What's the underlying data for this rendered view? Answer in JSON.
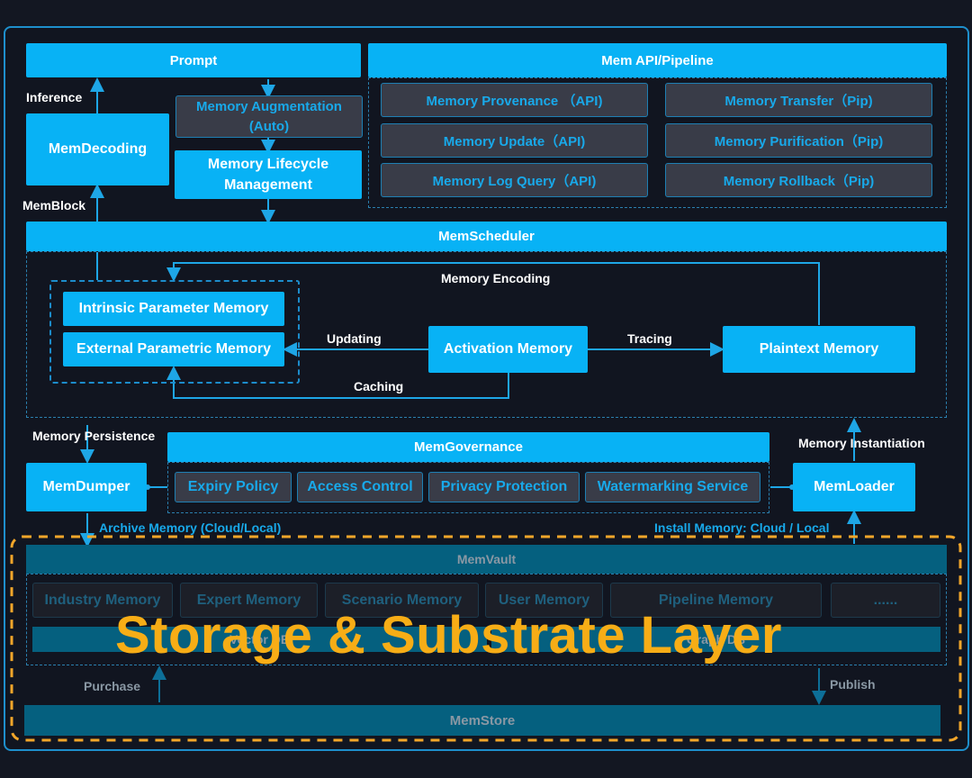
{
  "top": {
    "prompt": "Prompt",
    "inference": "Inference",
    "memdecoding": "MemDecoding",
    "memblock": "MemBlock",
    "augmentation": "Memory Augmentation (Auto)",
    "augmentation_line1": "Memory Augmentation",
    "augmentation_line2": "(Auto)",
    "lifecycle_line1": "Memory Lifecycle",
    "lifecycle_line2": "Management"
  },
  "api": {
    "title": "Mem API/Pipeline",
    "items": [
      "Memory Provenance （API)",
      "Memory Transfer（Pip)",
      "Memory Update（API)",
      "Memory Purification（Pip)",
      "Memory Log Query（API)",
      "Memory Rollback（Pip)"
    ]
  },
  "scheduler": {
    "title": "MemScheduler",
    "intrinsic": "Intrinsic Parameter Memory",
    "external": "External Parametric Memory",
    "activation": "Activation Memory",
    "plaintext": "Plaintext Memory",
    "encoding": "Memory Encoding",
    "updating": "Updating",
    "tracing": "Tracing",
    "caching": "Caching"
  },
  "governance": {
    "title": "MemGovernance",
    "items": [
      "Expiry Policy",
      "Access Control",
      "Privacy Protection",
      "Watermarking Service"
    ],
    "persistence": "Memory Persistence",
    "instantiation": "Memory Instantiation",
    "dumper": "MemDumper",
    "loader": "MemLoader",
    "archive": "Archive Memory (Cloud/Local)",
    "install": "Install Memory: Cloud / Local"
  },
  "vault": {
    "title": "MemVault",
    "items": [
      "Industry Memory",
      "Expert Memory",
      "Scenario Memory",
      "User Memory",
      "Pipeline Memory",
      "......"
    ],
    "vectordb": "Vector DB",
    "graphdb": "Graph DB",
    "purchase": "Purchase",
    "publish": "Publish",
    "store": "MemStore"
  },
  "overlay": {
    "title": "Storage & Substrate Layer"
  },
  "colors": {
    "accent": "#08b2f5",
    "background": "#131722",
    "highlight": "#f7ad16",
    "vault": "#05607f"
  }
}
